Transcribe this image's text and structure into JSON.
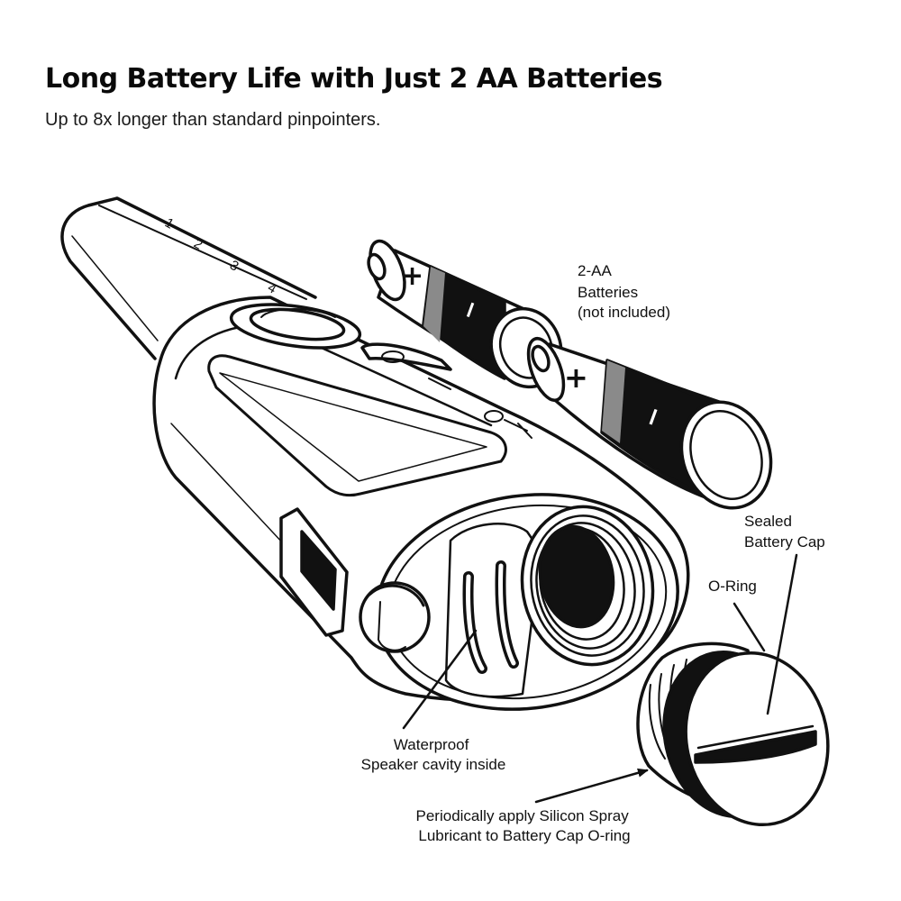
{
  "header": {
    "title": "Long Battery Life with Just 2 AA Batteries",
    "subtitle": "Up to 8x longer than standard pinpointers."
  },
  "labels": {
    "batteries": [
      "2-AA",
      "Batteries",
      "(not included)"
    ],
    "battery_cap": [
      "Sealed",
      "Battery Cap"
    ],
    "o_ring": [
      "O-Ring"
    ],
    "speaker": [
      "Waterproof",
      "Speaker cavity inside"
    ],
    "lubricant": [
      "Periodically apply Silicon Spray",
      "Lubricant to Battery Cap O-ring"
    ]
  },
  "battery_symbols": {
    "plus": "+",
    "minus": "−"
  },
  "mode_numbers": [
    "1",
    "2",
    "3",
    "4"
  ],
  "colors": {
    "ink": "#111111",
    "band_gray": "#8a8a8a",
    "background": "#ffffff"
  }
}
